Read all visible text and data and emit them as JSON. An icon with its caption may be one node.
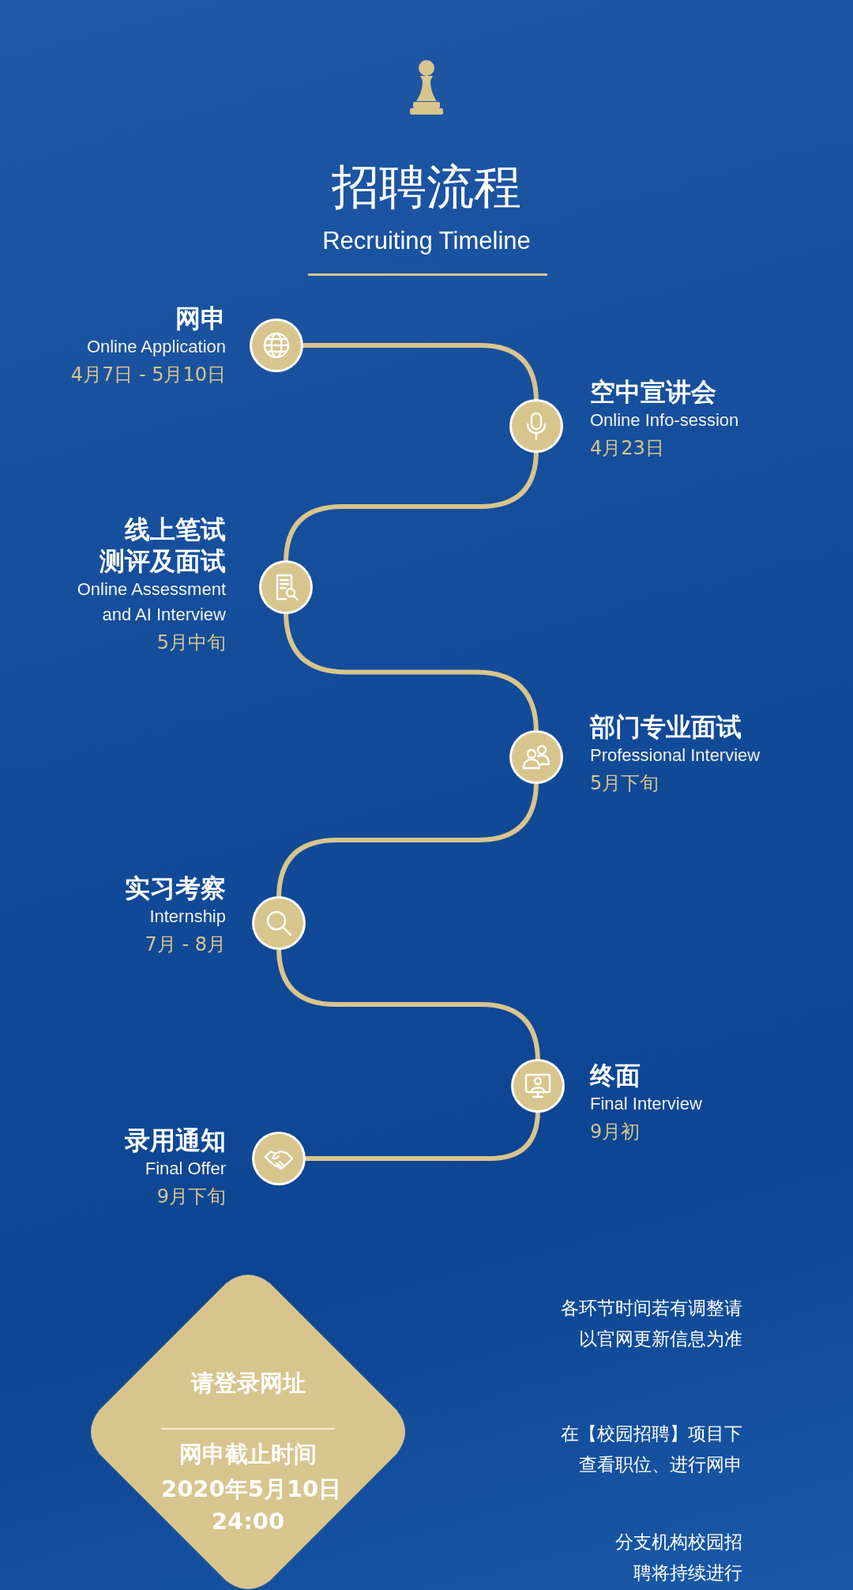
{
  "diagram": {
    "title": "招聘流程",
    "nodes": [
      {
        "text": [],
        "shape": "circle",
        "beside": [
          "网申",
          "Online Application",
          "4月7日 - 5月10日"
        ]
      },
      {
        "text": [],
        "shape": "circle",
        "beside": [
          "空中宣讲会",
          "Online Info-session",
          "4月23日"
        ]
      },
      {
        "text": [],
        "shape": "circle",
        "beside": [
          "线上笔试测评及面试",
          "Online Assessment and AI Interview",
          "5月中旬"
        ]
      },
      {
        "text": [],
        "shape": "circle",
        "beside": [
          "部门专业面试",
          "Professional Interview",
          "5月下旬"
        ]
      },
      {
        "text": [],
        "shape": "circle",
        "beside": [
          "实习考察",
          "Internship",
          "7月 - 8月"
        ]
      },
      {
        "text": [],
        "shape": "circle",
        "beside": [
          "终面",
          "Final Interview",
          "9月初"
        ]
      },
      {
        "text": [],
        "shape": "circle",
        "beside": [
          "录用通知",
          "Final Offer",
          "9月下旬"
        ]
      },
      {
        "text": [
          "请登录网址",
          "网申截止时间",
          "2020年5月10日 24:00"
        ]
      }
    ],
    "edges": [
      {
        "from": 0,
        "to": 1,
        "arrow": "none"
      },
      {
        "from": 1,
        "to": 2,
        "arrow": "none"
      },
      {
        "from": 2,
        "to": 3,
        "arrow": "none"
      },
      {
        "from": 3,
        "to": 4,
        "arrow": "none"
      },
      {
        "from": 4,
        "to": 5,
        "arrow": "none"
      },
      {
        "from": 5,
        "to": 6,
        "arrow": "none"
      }
    ],
    "labels": [
      "Recruiting Timeline",
      "各环节时间若有调整请以官网更新信息为准",
      "在【校园招聘】项目下查看职位、进行网申",
      "分支机构校园招聘将持续进行"
    ]
  }
}
